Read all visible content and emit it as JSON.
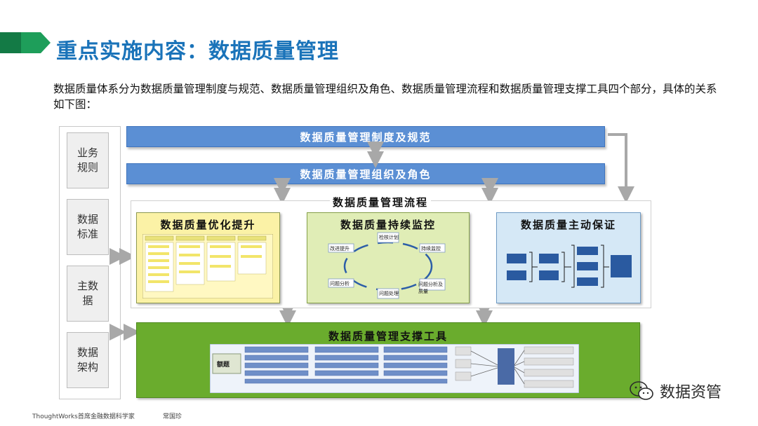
{
  "header": {
    "title": "重点实施内容：数据质量管理",
    "intro": "数据质量体系分为数据质量管理制度与规范、数据质量管理组织及角色、数据质量管理流程和数据质量管理支撑工具四个部分，具体的关系如下图："
  },
  "diagram": {
    "left_items": [
      "业务\n规则",
      "数据\n标准",
      "主数\n据",
      "数据\n架构"
    ],
    "bar_policy": "数据质量管理制度及规范",
    "bar_org": "数据质量管理组织及角色",
    "flow_title": "数据质量管理流程",
    "panels": {
      "optimize": "数据质量优化提升",
      "monitor": "数据质量持续监控",
      "assure": "数据质量主动保证"
    },
    "cycle_nodes": [
      "检核计划",
      "持续监控",
      "问题分析及质量",
      "问题处理",
      "问题分析",
      "改进提升"
    ],
    "tools_title": "数据质量管理支撑工具",
    "tools_box_label": "额题"
  },
  "footer": {
    "source": "ThoughtWorks首席金融数据科学家",
    "author": "常国珍"
  },
  "watermark": {
    "text": "数据资管"
  },
  "colors": {
    "title": "#1a73b9",
    "bar": "#5b8fd4",
    "panel_yellow": "#fbf2a6",
    "panel_green": "#e0edb6",
    "panel_blue": "#d5e8f6",
    "tools_green": "#6aac2d",
    "accent_green": "#1e9e5a"
  },
  "icons": [
    "arrow-header-icon",
    "double-arrow-icon",
    "wechat-icon"
  ]
}
